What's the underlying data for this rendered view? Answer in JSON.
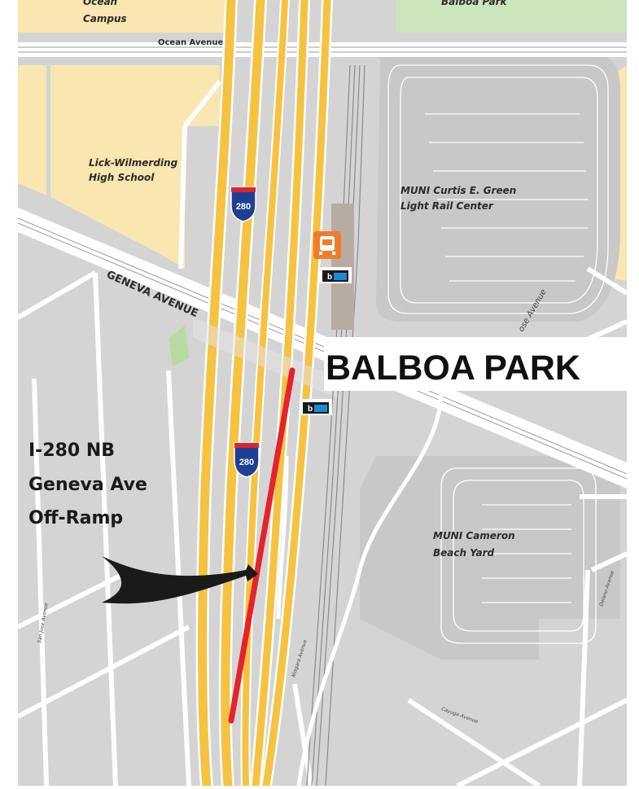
{
  "map": {
    "station_title": "BALBOA PARK",
    "callout": {
      "line1": "I-280 NB",
      "line2": "Geneva Ave",
      "line3": "Off-Ramp"
    },
    "streets": {
      "ocean_avenue": "Ocean Avenue",
      "geneva_avenue": "GENEVA AVENUE",
      "san_jose_avenue": "ose Avenue",
      "niagara_avenue": "Niagara Avenue",
      "san_jose_lower": "San Jose Avenue",
      "delano_avenue": "Delano Avenue",
      "cayuga_avenue": "Cayuga Avenue"
    },
    "places": {
      "campus_top": "Ocean",
      "campus": "Campus",
      "balboa_park_top": "Balboa Park",
      "school_line1": "Lick-Wilmerding",
      "school_line2": "High School",
      "green_center_line1": "MUNI Curtis E. Green",
      "green_center_line2": "Light Rail Center",
      "cameron_line1": "MUNI Cameron",
      "cameron_line2": "Beach Yard"
    },
    "shields": {
      "interstate_north": "280",
      "interstate_south": "280"
    },
    "icons": {
      "rail": "light-rail-icon",
      "bart": "bart-logo-icon"
    },
    "colors": {
      "freeway": "#f5c242",
      "ramp_highlight": "#e4232c",
      "campus_fill": "#f9e6b0",
      "park_fill": "#cde5bd",
      "muni_icon": "#ee7d2b",
      "bart_blue": "#1a8bd3"
    }
  }
}
